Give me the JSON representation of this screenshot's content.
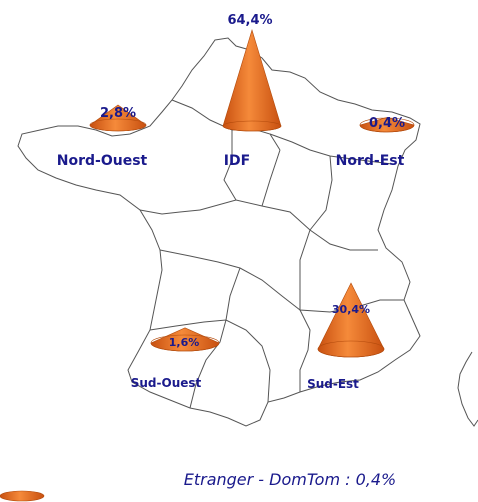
{
  "chart_data": {
    "type": "map-cone",
    "colors": {
      "cone": "#f07020",
      "cone_dark": "#c85010",
      "label": "#1a1a8c",
      "border": "#555555"
    },
    "regions": [
      {
        "name": "IDF",
        "value": 64.4,
        "value_label": "64,4%"
      },
      {
        "name": "Nord-Ouest",
        "value": 2.8,
        "value_label": "2,8%"
      },
      {
        "name": "Nord-Est",
        "value": 0.4,
        "value_label": "0,4%"
      },
      {
        "name": "Sud-Est",
        "value": 30.4,
        "value_label": "30,4%"
      },
      {
        "name": "Sud-Ouest",
        "value": 1.6,
        "value_label": "1,6%"
      }
    ],
    "footer": "Etranger - DomTom : 0,4%"
  }
}
